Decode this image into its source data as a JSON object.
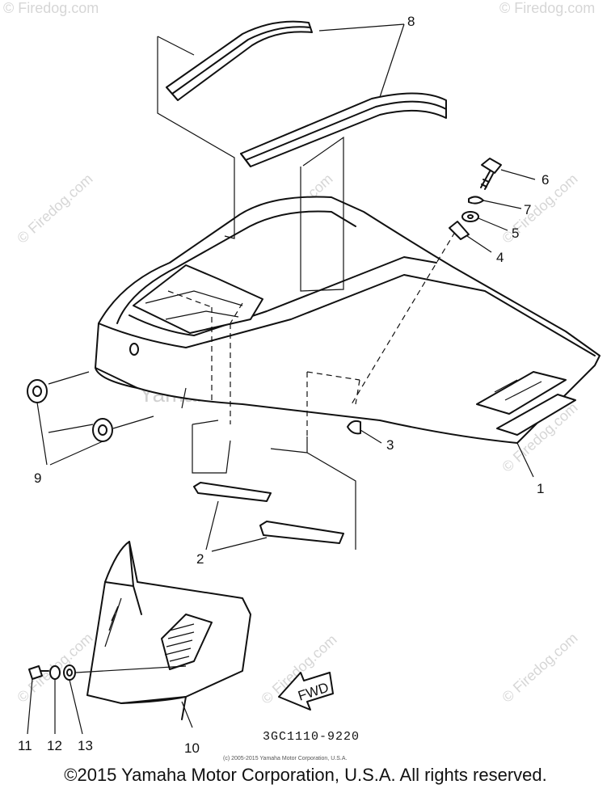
{
  "diagram": {
    "part_labels": [
      "1",
      "2",
      "3",
      "4",
      "5",
      "6",
      "7",
      "8",
      "9",
      "10",
      "11",
      "12",
      "13"
    ],
    "drawing_code": "3GC1110-9220",
    "fwd_label": "FWD",
    "center_watermark": "Yamaha Motor Corp. U.S.A.",
    "tiny_copyright": "(c) 2005-2015 Yamaha Motor Corporation, U.S.A.",
    "watermark_text": "© Firedog.com"
  },
  "footer": {
    "copyright": "©2015 Yamaha Motor Corporation, U.S.A. All rights reserved."
  }
}
